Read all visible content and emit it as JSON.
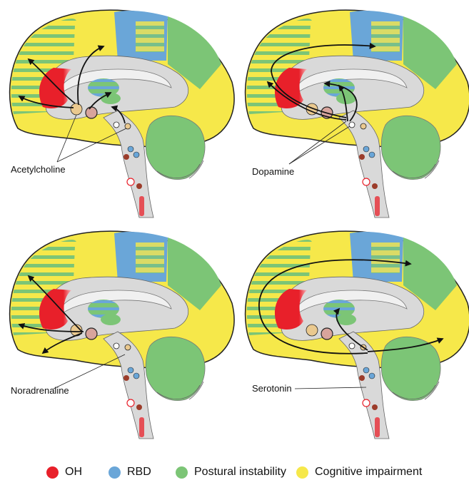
{
  "panels": [
    {
      "id": "acetylcholine",
      "label": "Acetylcholine"
    },
    {
      "id": "dopamine",
      "label": "Dopamine"
    },
    {
      "id": "noradrenaline",
      "label": "Noradrenaline"
    },
    {
      "id": "serotonin",
      "label": "Serotonin"
    }
  ],
  "legend": [
    {
      "label": "OH",
      "color": "#e8202a"
    },
    {
      "label": "RBD",
      "color": "#6aa6d8"
    },
    {
      "label": "Postural instability",
      "color": "#7cc576"
    },
    {
      "label": "Cognitive impairment",
      "color": "#f6e84a"
    }
  ]
}
